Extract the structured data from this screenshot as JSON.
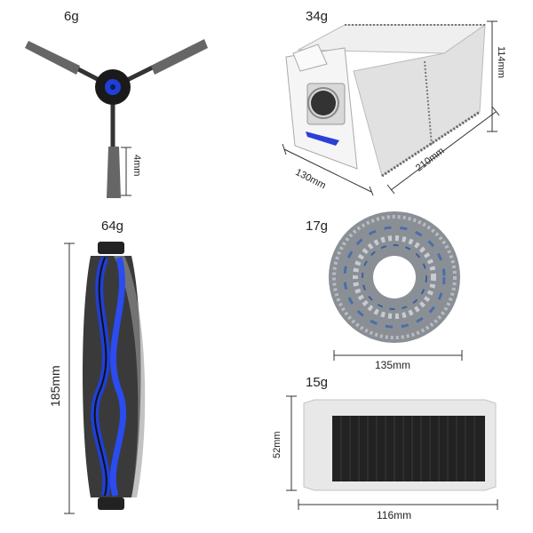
{
  "products": {
    "side_brush": {
      "weight": "6g",
      "dimension": "4mm"
    },
    "dust_bag": {
      "weight": "34g",
      "height": "114mm",
      "width": "130mm",
      "depth": "210mm"
    },
    "main_brush": {
      "weight": "64g",
      "length": "185mm"
    },
    "mop_pad": {
      "weight": "17g",
      "diameter": "135mm"
    },
    "filter": {
      "weight": "15g",
      "height": "52mm",
      "width": "116mm"
    }
  },
  "colors": {
    "brush_blue": "#1f3fd6",
    "rubber_dark": "#2a2a2a",
    "bag_grey": "#e4e4e4",
    "filter_black": "#222222",
    "mop_grey": "#8a8f96"
  }
}
